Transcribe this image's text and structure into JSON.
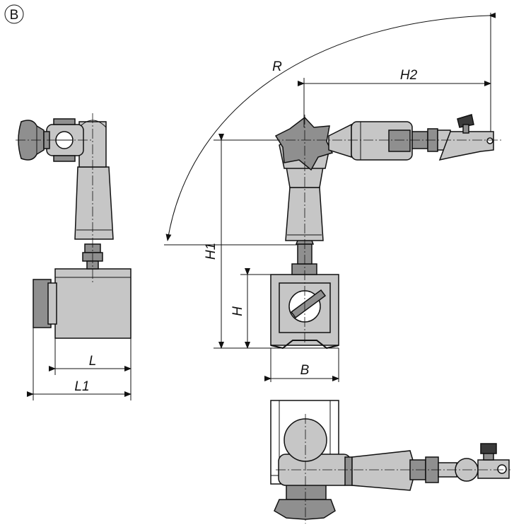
{
  "figure": {
    "variant_badge": "B"
  },
  "dimensions": {
    "R": "R",
    "H2": "H2",
    "H1": "H1",
    "H": "H",
    "B": "B",
    "L": "L",
    "L1": "L1"
  },
  "colors": {
    "line": "#111111",
    "body_dark": "#8f8f8f",
    "body_light": "#c6c6c6",
    "background": "#ffffff"
  }
}
